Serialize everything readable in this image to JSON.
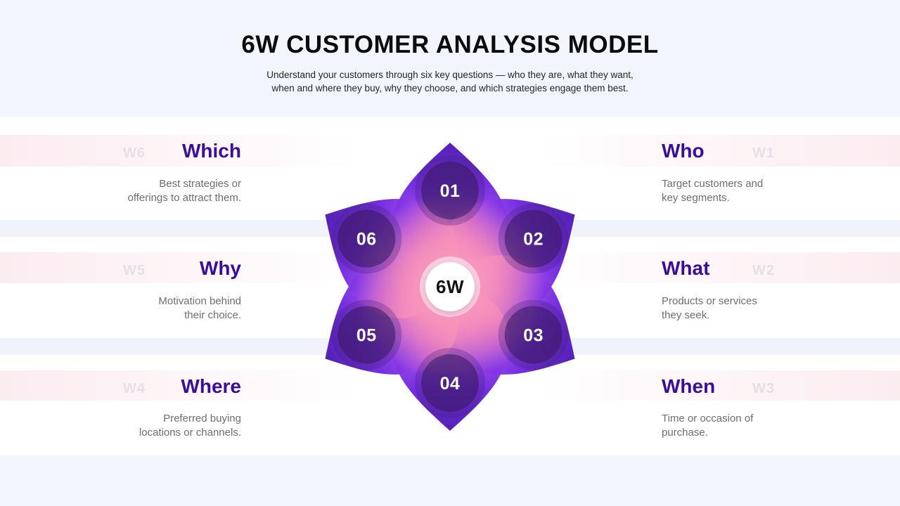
{
  "header": {
    "title": "6W CUSTOMER ANALYSIS MODEL",
    "subtitle_line1": "Understand your customers through six key questions — who they are, what they want,",
    "subtitle_line2": "when and where they buy, why they choose, and which strategies engage them best."
  },
  "flower": {
    "center_label": "6W",
    "petals": [
      {
        "number": "01"
      },
      {
        "number": "02"
      },
      {
        "number": "03"
      },
      {
        "number": "04"
      },
      {
        "number": "05"
      },
      {
        "number": "06"
      }
    ]
  },
  "left_rows": [
    {
      "code": "W6",
      "heading": "Which",
      "desc1": "Best strategies or",
      "desc2": "offerings to attract them."
    },
    {
      "code": "W5",
      "heading": "Why",
      "desc1": "Motivation behind",
      "desc2": "their choice."
    },
    {
      "code": "W4",
      "heading": "Where",
      "desc1": "Preferred buying",
      "desc2": "locations or channels."
    }
  ],
  "right_rows": [
    {
      "code": "W1",
      "heading": "Who",
      "desc1": "Target customers and",
      "desc2": "key segments."
    },
    {
      "code": "W2",
      "heading": "What",
      "desc1": "Products or services",
      "desc2": "they seek."
    },
    {
      "code": "W3",
      "heading": "When",
      "desc1": "Time or occasion of",
      "desc2": "purchase."
    }
  ],
  "colors": {
    "heading_purple": "#3c0d99",
    "code_watermark_gray": "#e3e1e7",
    "body_text_gray": "#6e6e73",
    "title_black": "#0c0c0e",
    "band_pink": "#fbecf0",
    "band_blue": "#f0f4fa",
    "header_bg_blue": "#f2f5fb",
    "footer_bg_blue": "#f3f6fc",
    "petal_tip_purple": "#4a15b0",
    "petal_violet": "#8b36e8",
    "petal_base_pink": "#fd92b7",
    "center_glow_pink": "#faa6c4",
    "node_dark_purple": "#46276f",
    "petal_number_white": "#ffffff"
  }
}
